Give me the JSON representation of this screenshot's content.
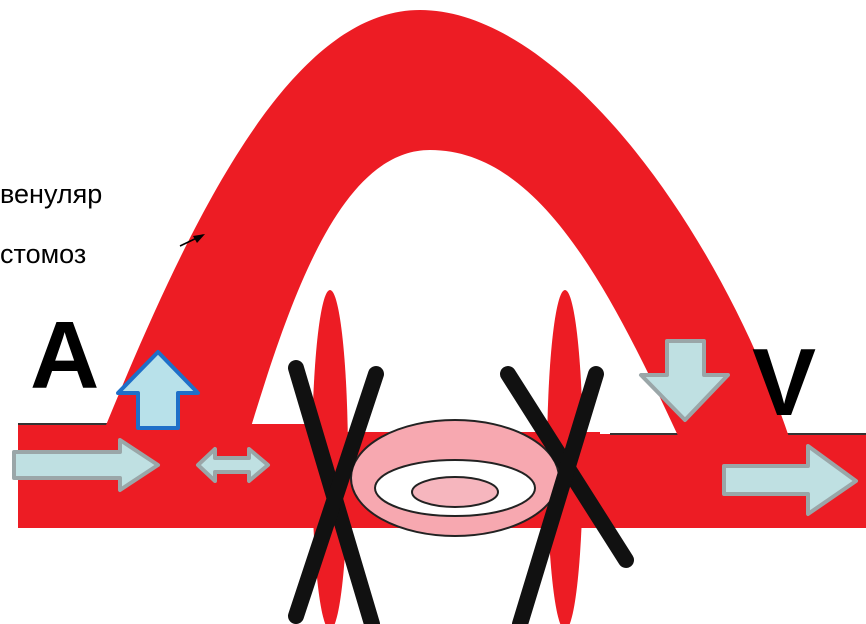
{
  "labels": {
    "anastomosis_line1": "венуляр",
    "anastomosis_line2": "стомоз",
    "artery_letter": "A",
    "vein_letter": "V"
  },
  "colors": {
    "vessel": "#ed1c24",
    "arrow_fill": "#bfe0e2",
    "arrow_stroke": "#9aa6a8",
    "up_arrow_fill": "#b8e1ea",
    "up_arrow_stroke": "#1f6fc8",
    "cross": "#111111",
    "ring": "#f7a8b0",
    "ellipse_center": "#f6b6be"
  }
}
